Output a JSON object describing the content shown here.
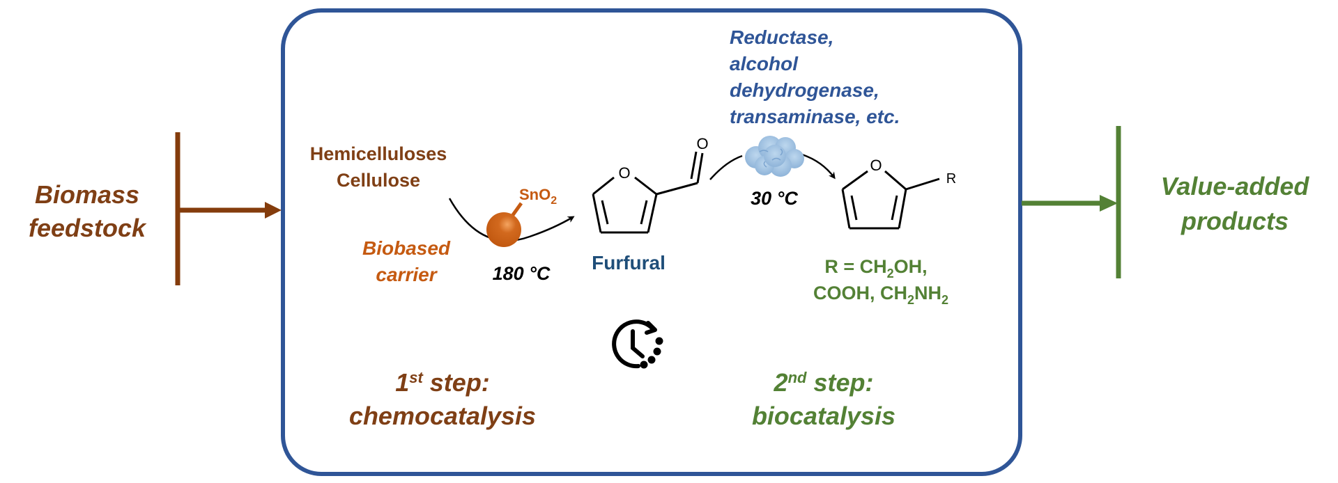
{
  "colors": {
    "brown": "#7f3f15",
    "orange": "#c55a11",
    "blue_text": "#2f5597",
    "furfural_blue": "#1f4e79",
    "green": "#538135",
    "box_border": "#2f5597",
    "black": "#000000",
    "enzyme": "#9dc3e6"
  },
  "input": {
    "label_line1": "Biomass",
    "label_line2": "feedstock"
  },
  "output": {
    "label_line1": "Value-added",
    "label_line2": "products"
  },
  "step1": {
    "substrate_line1": "Hemicelluloses",
    "substrate_line2": "Cellulose",
    "catalyst_label": "SnO",
    "catalyst_subscript": "2",
    "carrier_line1": "Biobased",
    "carrier_line2": "carrier",
    "temperature": "180 °C",
    "title_number": "1",
    "title_superscript": "st",
    "title_rest": " step:",
    "title_line2": "chemocatalysis"
  },
  "intermediate": {
    "name": "Furfural",
    "atom_o_ring": "O",
    "atom_o_carbonyl": "O"
  },
  "step2": {
    "enzymes_line1": "Reductase,",
    "enzymes_line2": "alcohol",
    "enzymes_line3": "dehydrogenase,",
    "enzymes_line4": "transaminase, etc.",
    "temperature": "30 °C",
    "title_number": "2",
    "title_superscript": "nd",
    "title_rest": " step:",
    "title_line2": "biocatalysis"
  },
  "product": {
    "atom_o_ring": "O",
    "r_group": "R",
    "r_def_line1_a": "R = CH",
    "r_def_line1_sub": "2",
    "r_def_line1_b": "OH,",
    "r_def_line2_a": "COOH, CH",
    "r_def_line2_sub1": "2",
    "r_def_line2_b": "NH",
    "r_def_line2_sub2": "2"
  },
  "center_icon": "clock-cycle-icon"
}
